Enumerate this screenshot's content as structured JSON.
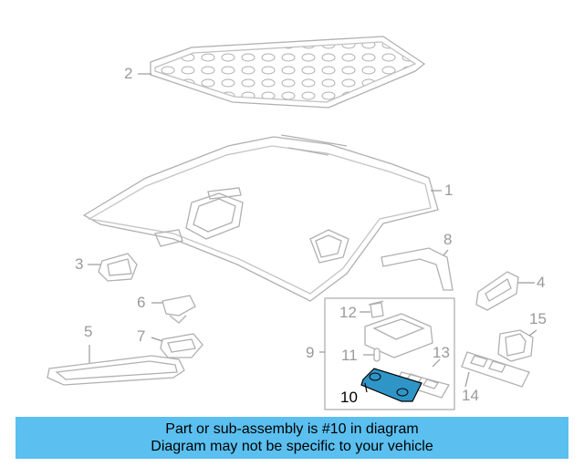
{
  "callouts": [
    "1",
    "2",
    "3",
    "4",
    "5",
    "6",
    "7",
    "8",
    "9",
    "10",
    "11",
    "12",
    "13",
    "14",
    "15"
  ],
  "highlighted_part": "10",
  "banner": {
    "line1": "Part or sub-assembly is #10 in diagram",
    "line2": "Diagram may not be specific to your vehicle"
  },
  "colors": {
    "line_gray": "#b0b0b0",
    "highlight": "#2f95c7",
    "banner_bg": "#5bc0f0"
  }
}
